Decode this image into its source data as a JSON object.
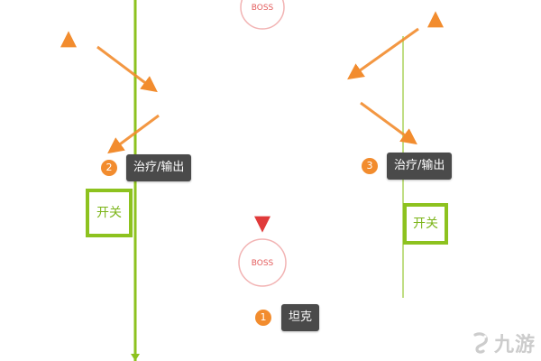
{
  "colors": {
    "green_line": "#8dc21f",
    "orange_arrow": "#f28c2e",
    "red_arrow": "#e03a3a",
    "boss_ring": "#f2b3b3",
    "tag_bg": "#4a4a4a"
  },
  "boss_top": {
    "label": "BOSS"
  },
  "boss_bottom": {
    "label": "BOSS"
  },
  "markers": [
    {
      "number": "1",
      "label": "坦克"
    },
    {
      "number": "2",
      "label": "治疗/输出"
    },
    {
      "number": "3",
      "label": "治疗/输出"
    }
  ],
  "switches": {
    "left": "开关",
    "right": "开关"
  },
  "watermark": {
    "text": "九游",
    "icon": "jiuyou-logo-icon"
  }
}
